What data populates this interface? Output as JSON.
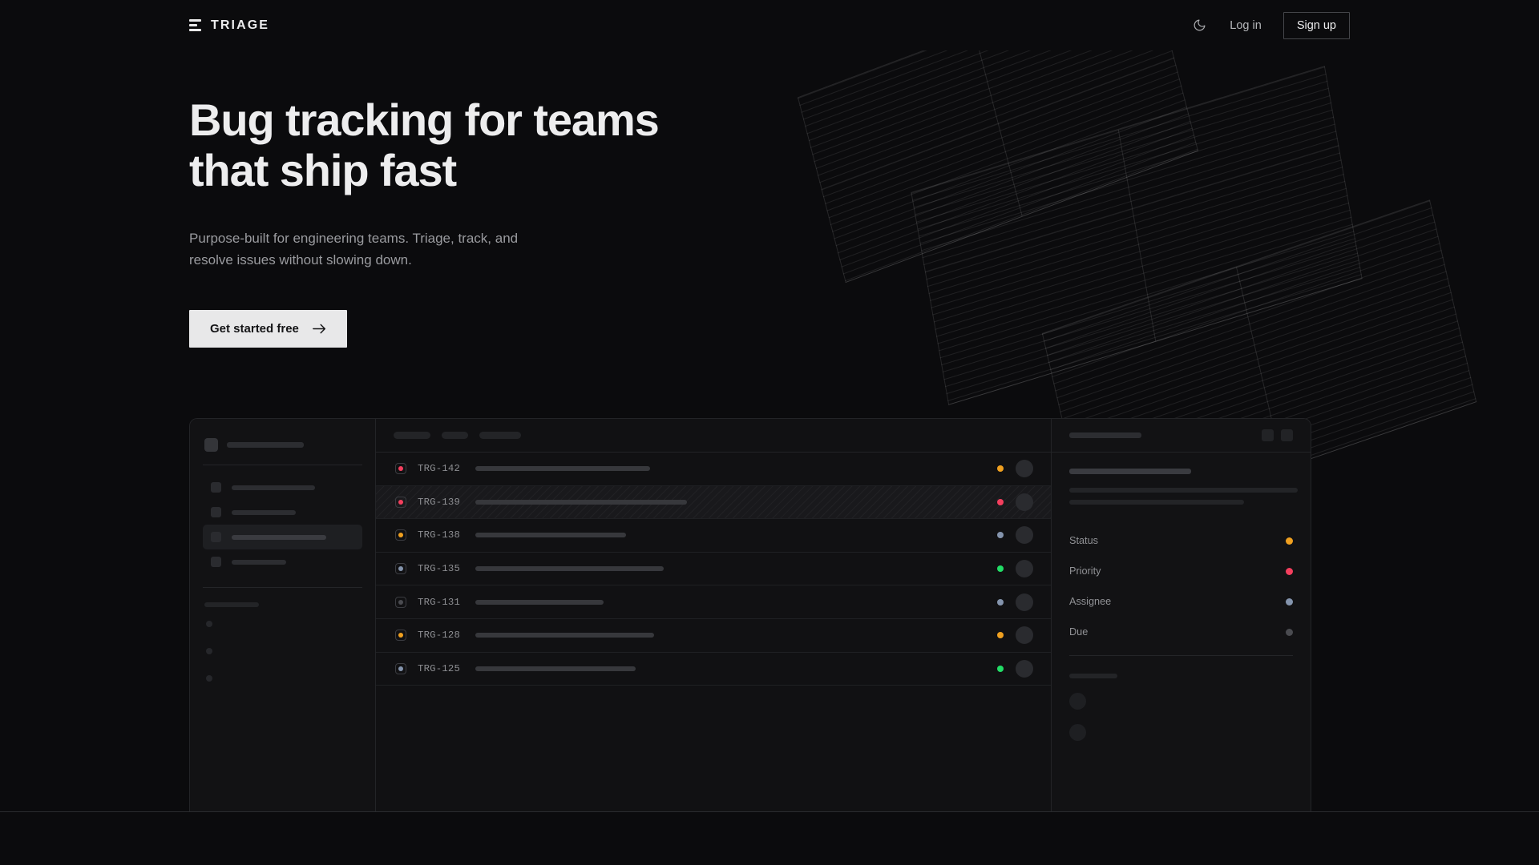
{
  "brand": {
    "name": "TRIAGE",
    "mark_icon": "stacked-bars-logo"
  },
  "nav": {
    "theme_toggle_icon": "moon-icon",
    "login_label": "Log in",
    "signup_label": "Sign up"
  },
  "hero": {
    "headline": "Bug tracking for teams\nthat ship fast",
    "subhead": "Purpose-built for engineering teams. Triage, track, and\nresolve issues without slowing down.",
    "cta_label": "Get started free",
    "cta_icon": "arrow-right-icon"
  },
  "colors": {
    "page_bg": "#0b0b0d",
    "panel_bg": "#111113",
    "border": "#232427",
    "text_primary": "#ededee",
    "text_muted": "#9a9b9f",
    "cta_bg": "#e8e8e9",
    "rose": "#f43f5e",
    "amber": "#f0a020",
    "slate": "#8494ad",
    "green": "#22dd66",
    "gray": "#4a4b50"
  },
  "app_preview": {
    "sidebar": {
      "workspace_skeleton_width": 96,
      "nav_items": [
        {
          "name": "nav-item-1",
          "width": 104,
          "active": false
        },
        {
          "name": "nav-item-2",
          "width": 80,
          "active": false
        },
        {
          "name": "nav-item-3",
          "width": 118,
          "active": true
        },
        {
          "name": "nav-item-4",
          "width": 68,
          "active": false
        }
      ],
      "section_label_width": 68,
      "sub_items": 3
    },
    "list": {
      "toolbar_skeletons": [
        46,
        33,
        52
      ],
      "rows": [
        {
          "id": "TRG-142",
          "priority": "rose",
          "title_width": 218,
          "status": "amber",
          "selected": false
        },
        {
          "id": "TRG-139",
          "priority": "rose",
          "title_width": 264,
          "status": "rose",
          "selected": true
        },
        {
          "id": "TRG-138",
          "priority": "amber",
          "title_width": 188,
          "status": "slate",
          "selected": false
        },
        {
          "id": "TRG-135",
          "priority": "slate",
          "title_width": 235,
          "status": "green",
          "selected": false
        },
        {
          "id": "TRG-131",
          "priority": "gray",
          "title_width": 160,
          "status": "slate",
          "selected": false
        },
        {
          "id": "TRG-128",
          "priority": "amber",
          "title_width": 223,
          "status": "amber",
          "selected": false
        },
        {
          "id": "TRG-125",
          "priority": "slate",
          "title_width": 200,
          "status": "green",
          "selected": false
        }
      ]
    },
    "detail": {
      "header_skeleton_width": 90,
      "header_icons": [
        "panel-collapse-icon",
        "more-options-icon"
      ],
      "title_skeleton_width": 152,
      "body_skeletons": [
        285,
        218
      ],
      "fields": [
        {
          "label": "Status",
          "color": "amber"
        },
        {
          "label": "Priority",
          "color": "rose"
        },
        {
          "label": "Assignee",
          "color": "slate"
        },
        {
          "label": "Due",
          "color": "gray"
        }
      ],
      "activity_label_width": 60,
      "activity_avatars": 2
    }
  }
}
